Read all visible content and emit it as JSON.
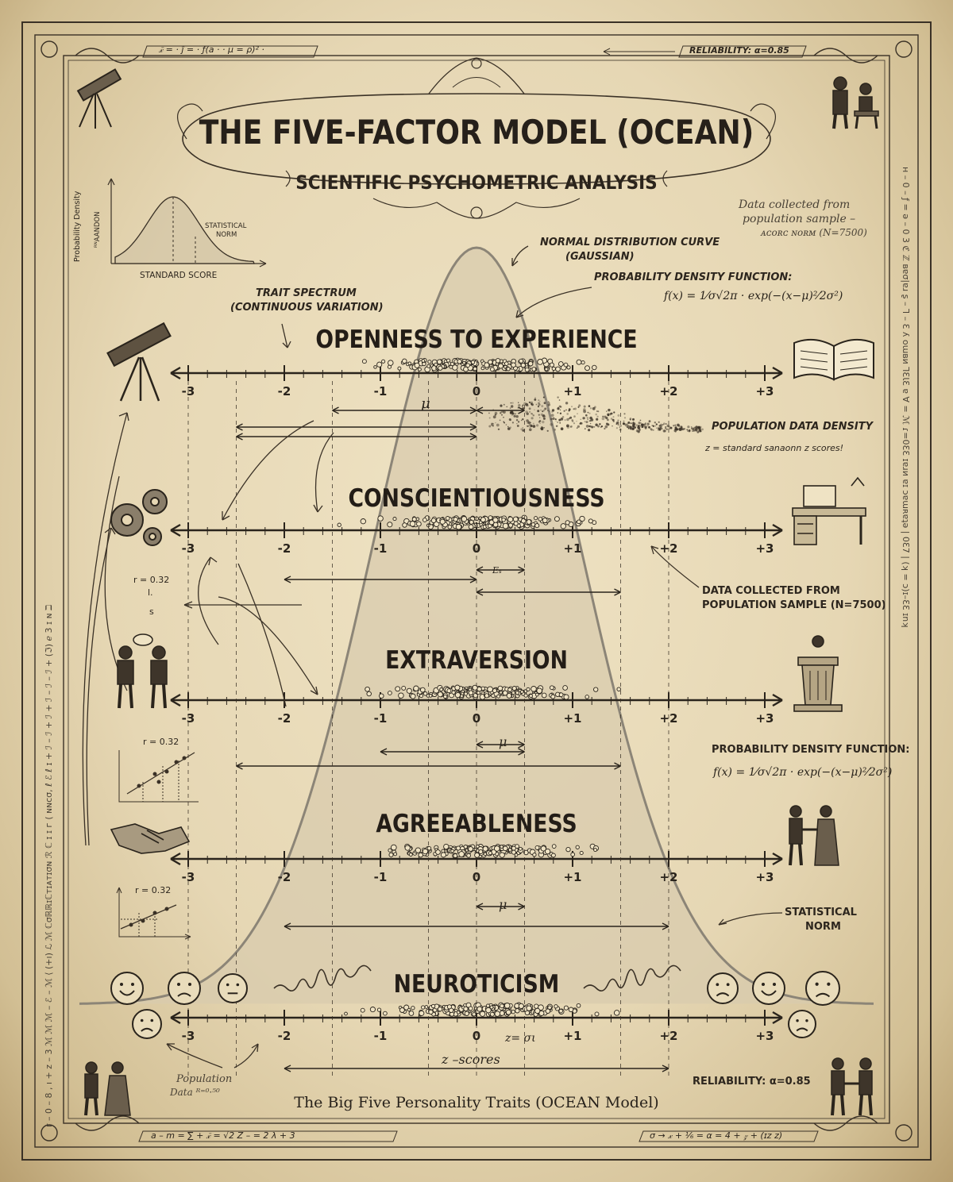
{
  "header": {
    "top_formula": "𝓍̄ = · ȷ̂ = · ƒ(a · · μ = ρ)² ·",
    "reliability_top": "RELIABILITY: α=0.85",
    "title": "THE FIVE-FACTOR MODEL (OCEAN)",
    "subtitle": "SCIENTIFIC PSYCHOMETRIC ANALYSIS"
  },
  "inset_chart": {
    "ylabel": "Probability Density",
    "ylabel2": "ᴿᴺAANDON",
    "xlabel": "STANDARD SCORE",
    "note_line1": "STATISTICAL",
    "note_line2": "NORM"
  },
  "annotations": {
    "data_note_line1": "Data collected from",
    "data_note_line2": "population sample –",
    "data_note_line3": "ᴀᴄᴏʀᴄ ɴᴏʀᴍ   (N=7500)",
    "normal_curve_line1": "NORMAL DISTRIBUTION CURVE",
    "normal_curve_line2": "(GAUSSIAN)",
    "pdf_label": "PROBABILITY DENSITY FUNCTION:",
    "pdf_formula": "f(x) = 1⁄σ√2π · exp(−(x−μ)²⁄2σ²)",
    "trait_spectrum_line1": "TRAIT SPECTRUM",
    "trait_spectrum_line2": "(CONTINUOUS VARIATION)",
    "population_density": "POPULATION DATA DENSITY",
    "z_scores_note": "z = standard sanaonn z scores!",
    "data_collected_line1": "DATA COLLECTED FROM",
    "data_collected_line2": "POPULATION SAMPLE (N=7500)",
    "pdf_label2": "PROBABILITY DENSITY FUNCTION:",
    "pdf_formula2": "f(x) = 1⁄σ√2π · exp(−(x−μ)²⁄2σ²)",
    "stat_norm_line1": "STATISTICAL",
    "stat_norm_line2": "NORM",
    "r_left1": "r = 0.32",
    "r_left2": "r = 0.32",
    "r_left3": "r = 0.32",
    "r_left_l": "l.",
    "r_left_s": "s",
    "mu_label": "μ",
    "es_label": "Eₛ",
    "mu2_label": "μ",
    "mu3_label": "μ",
    "z_eq": "z= σι",
    "z_scores_axis": "z –scores",
    "population_note_line1": "Population",
    "population_note_line2": "Data ᴿ⁼⁰·⁵⁰",
    "reliability_bottom": "RELIABILITY: α=0.85",
    "footer_caption": "The Big Five Personality Traits (OCEAN Model)",
    "bottom_formula": "a – m = ∑ + 𝓍̄ = √2   Z – = 2 λ + 3",
    "bottom_formula2": "σ → 𝓍 + ¹⁄₆ = α = 4 + 𝓏 + (ɪᴢ ᴢ)"
  },
  "traits": [
    {
      "name": "OPENNESS TO EXPERIENCE",
      "icon_left": "telescope-icon",
      "icon_right": "open-book-icon"
    },
    {
      "name": "CONSCIENTIOUSNESS",
      "icon_left": "gears-icon",
      "icon_right": "desk-icon"
    },
    {
      "name": "EXTRAVERSION",
      "icon_left": "conversing-people-icon",
      "icon_right": "podium-icon"
    },
    {
      "name": "AGREEABLENESS",
      "icon_left": "handshake-icon",
      "icon_right": "handshake-people-icon"
    },
    {
      "name": "NEUROTICISM",
      "icon_left": "emoji-faces-icon",
      "icon_right": "emoji-faces-icon"
    }
  ],
  "axis_ticks": [
    "-3",
    "-2",
    "-1",
    "0",
    "+1",
    "+2",
    "+3"
  ],
  "side_text_left": "r – 0 – 8 , ı + z – 3     ℳ     ℳ ℳ – ℰ – ℳ   ⟨ (+ı)   ℒ   ℳ     ℂσℝℝɪℂᴛɪᴀᴛɪσɴ     ℛ ℂ ɪ ɪ ᴦ   ( ɴɴᴄσ, ℓ   ℰ   ℓ   ɪ + ℐ – ℐ + ℐ + ℐ – ℐ – ℐ +     (ℑ)   ℯ   3   ɪ ɴ ℶ",
  "side_text_right": "ʜ – 0 – ƒ = ə – 0 3     ℭ   ℤ ʙɐσ|ɐɹ ʂ – ⅂ – Ɛ ʎ   oɯʙᴎ   ⅂ƐƖƐ ɐ Ɐ = ℳ   ɾ=0ƐƐ   ɪɐɹᴎ ɐɪ ɔɐɯʀɐʇə | 0Ɛ7 | (ʞ = ɔ)ɪ–ƐƐ ɪnʞ",
  "chart_data": {
    "type": "diagram",
    "title": "THE FIVE-FACTOR MODEL (OCEAN)",
    "x_axis": {
      "label": "z -scores",
      "ticks": [
        -3,
        -2,
        -1,
        0,
        1,
        2,
        3
      ]
    },
    "curve": {
      "label": "NORMAL DISTRIBUTION CURVE (GAUSSIAN)",
      "mean": 0,
      "sd": 1
    },
    "sample_size": 7500,
    "reliability_alpha": 0.85,
    "correlation_r": 0.32
  },
  "colors": {
    "ink": "#2a241c",
    "paper": "#e9dcbb",
    "curve_fill": "#d3c6a8",
    "curve_stroke": "#8c8577"
  }
}
